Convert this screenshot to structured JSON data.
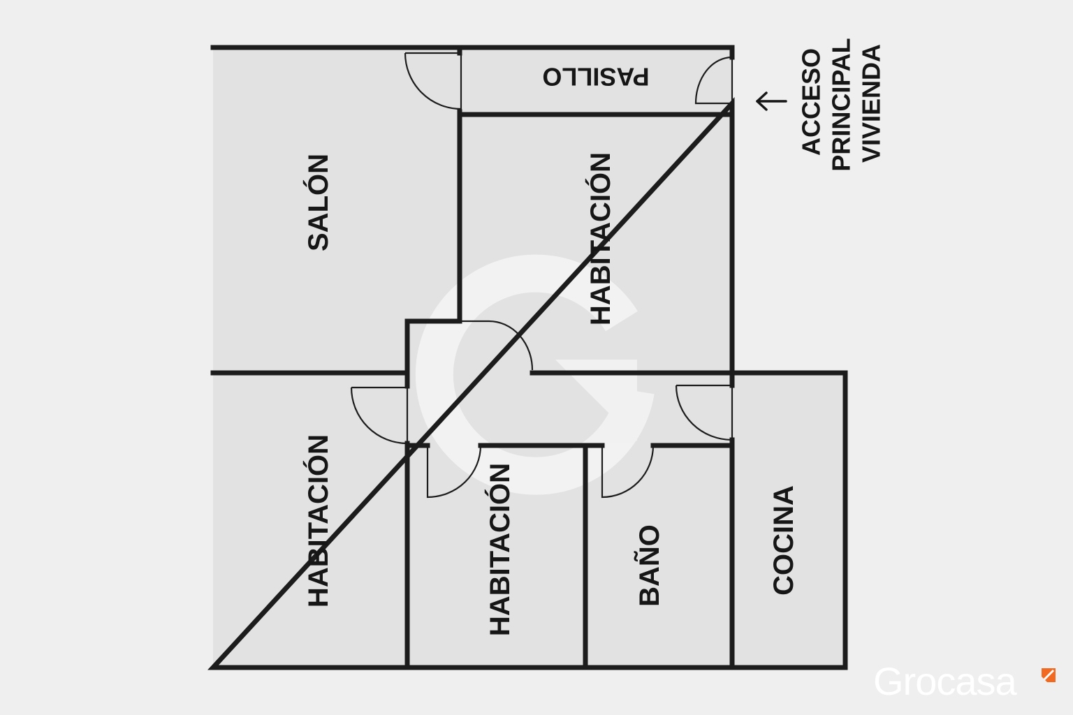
{
  "floorplan": {
    "rooms": {
      "salon": "SALÓN",
      "pasillo": "PASILLO",
      "habitacion_1": "HABITACIÓN",
      "habitacion_2": "HABITACIÓN",
      "habitacion_3": "HABITACIÓN",
      "bano": "BAÑO",
      "cocina": "COCINA"
    },
    "entrance": {
      "line1": "ACCESO",
      "line2": "PRINCIPAL",
      "line3": "VIVIENDA"
    }
  },
  "branding": {
    "logo_text": "Grocasa",
    "watermark": "G",
    "accent_color": "#f26a21"
  },
  "colors": {
    "background": "#efefef",
    "room_fill": "#e2e2e2",
    "wall": "#1c1c1c"
  }
}
